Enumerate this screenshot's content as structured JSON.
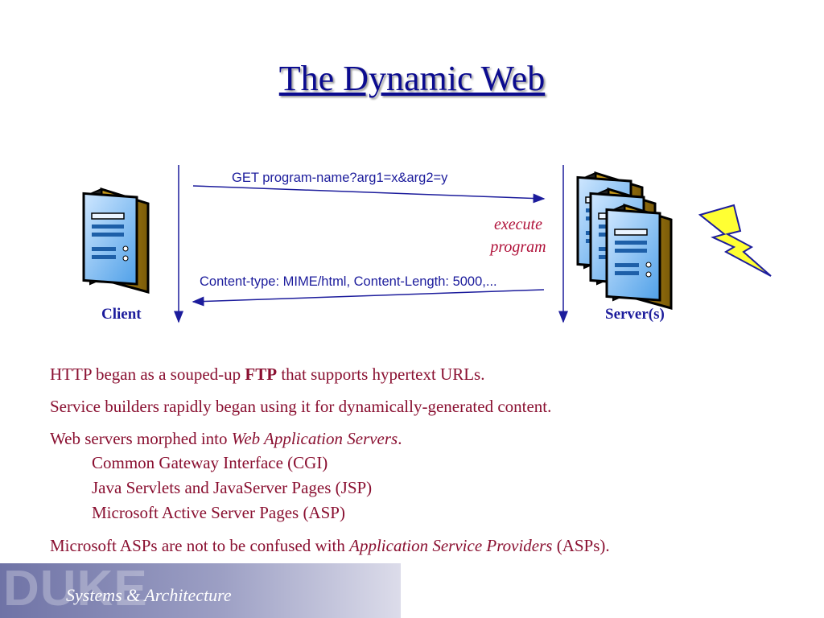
{
  "slide": {
    "title": "The Dynamic Web"
  },
  "diagram": {
    "request": "GET program-name?arg1=x&arg2=y",
    "execute_line1": "execute",
    "execute_line2": "program",
    "response": "Content-type: MIME/html, Content-Length: 5000,...",
    "client_label": "Client",
    "server_label": "Server(s)",
    "icons": [
      "client-computer-icon",
      "server-stack-icon",
      "lightning-icon"
    ],
    "colors": {
      "arrow": "#1c1c9c",
      "execute": "#b0123a",
      "bolt": "#ffff33"
    }
  },
  "bullets": {
    "b1_pre": "HTTP began as a souped-up ",
    "b1_bold": "FTP",
    "b1_post": " that supports hypertext URLs.",
    "b2": "Service builders rapidly began using it for dynamically-generated content.",
    "b3_pre": "Web servers morphed into ",
    "b3_italic": "Web Application Servers",
    "b3_post": ".",
    "sub": [
      "Common Gateway Interface (CGI)",
      "Java Servlets and JavaServer Pages (JSP)",
      "Microsoft Active Server Pages (ASP)"
    ],
    "b4_pre": "Microsoft ASPs are not to be confused with ",
    "b4_italic": "Application Service Providers",
    "b4_post": " (ASPs)."
  },
  "footer": {
    "logo_text": "DUKE",
    "caption": "Systems & Architecture"
  }
}
